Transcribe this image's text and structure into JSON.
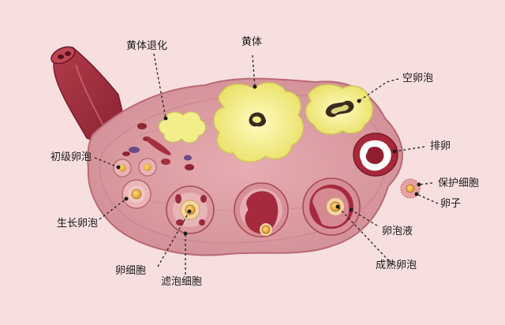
{
  "labels": {
    "corpus_degeneration": "黄体退化",
    "corpus_luteum": "黄体",
    "empty_follicle": "空卵泡",
    "primary_follicle": "初级卵泡",
    "ovulation": "排卵",
    "protective_cells": "保护细胞",
    "egg": "卵子",
    "growing_follicle": "生长卵泡",
    "follicular_fluid": "卵泡液",
    "oocyte": "卵细胞",
    "mature_follicle": "成熟卵泡",
    "granulosa_cells": "滤泡细胞"
  },
  "colors": {
    "background": "#f7dfe0",
    "ovary_tissue": "#d9999f",
    "ovary_outline": "#b86a74",
    "corpus_yellow": "#f2ef8a",
    "follicle_wall": "#c05060",
    "egg_orange": "#e8b54a",
    "blood_vessel": "#a3303e"
  }
}
